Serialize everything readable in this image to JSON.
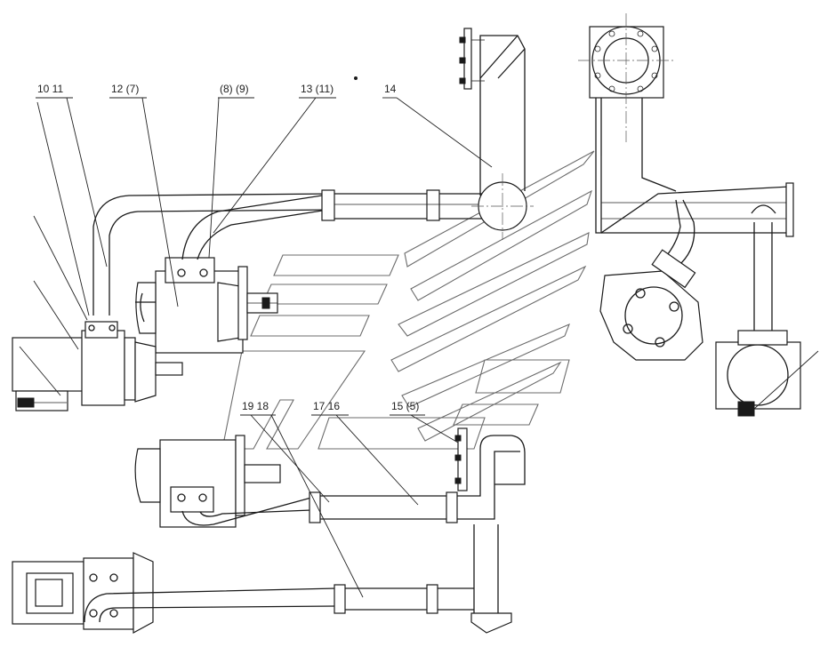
{
  "callouts": [
    {
      "id": "c1",
      "label": "10  11"
    },
    {
      "id": "c2",
      "label": "12 (7)"
    },
    {
      "id": "c3",
      "label": "(8) (9)"
    },
    {
      "id": "c4",
      "label": "13 (11)"
    },
    {
      "id": "c5",
      "label": "14"
    },
    {
      "id": "c6",
      "label": "19  18"
    },
    {
      "id": "c7",
      "label": "17  16"
    },
    {
      "id": "c8",
      "label": "15  (5)"
    }
  ]
}
